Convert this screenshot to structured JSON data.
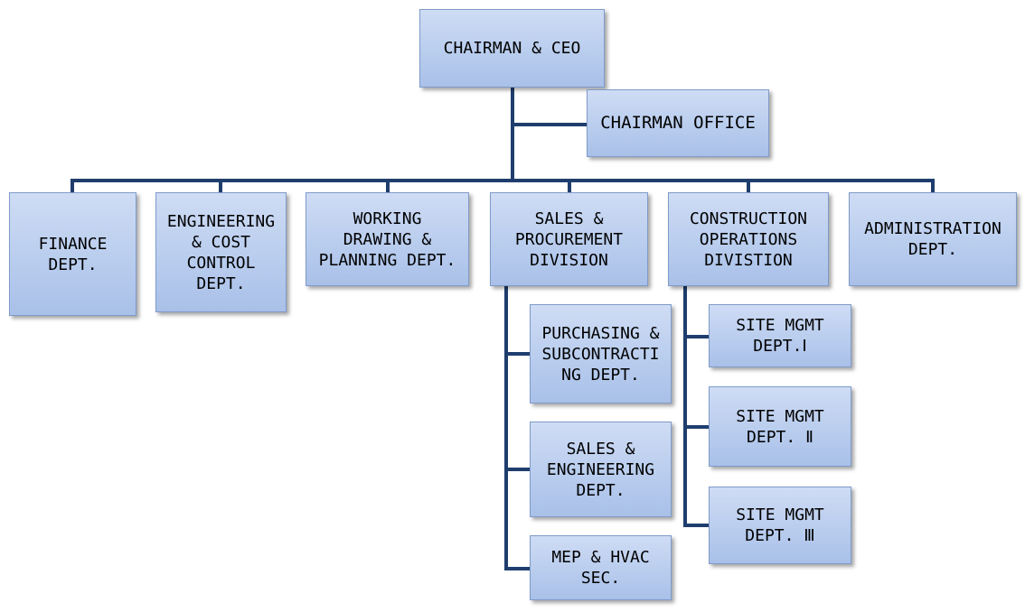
{
  "org_chart": {
    "ceo": "CHAIRMAN & CEO",
    "chairman_office": "CHAIRMAN OFFICE",
    "departments": {
      "finance": "FINANCE\nDEPT.",
      "engineering_cost": "ENGINEERING\n& COST\nCONTROL\nDEPT.",
      "working_drawing": "WORKING\nDRAWING &\nPLANNING DEPT.",
      "sales_procurement": "SALES &\nPROCUREMENT\nDIVISION",
      "construction_operations": "CONSTRUCTION\nOPERATIONS\nDIVISTION",
      "administration": "ADMINISTRATION\nDEPT."
    },
    "sales_subunits": {
      "purchasing": "PURCHASING &\nSUBCONTRACTI\nNG DEPT.",
      "sales_engineering": "SALES &\nENGINEERING\nDEPT.",
      "mep_hvac": "MEP & HVAC\nSEC."
    },
    "construction_subunits": {
      "site_1": "SITE MGMT\nDEPT.Ⅰ",
      "site_2": "SITE MGMT\nDEPT. Ⅱ",
      "site_3": "SITE MGMT\nDEPT. Ⅲ"
    }
  },
  "colors": {
    "connector": "#1f3e6e",
    "box_fill_top": "#cfdcf4",
    "box_fill_bottom": "#a9c0e8",
    "box_border": "#7f9bc9"
  }
}
